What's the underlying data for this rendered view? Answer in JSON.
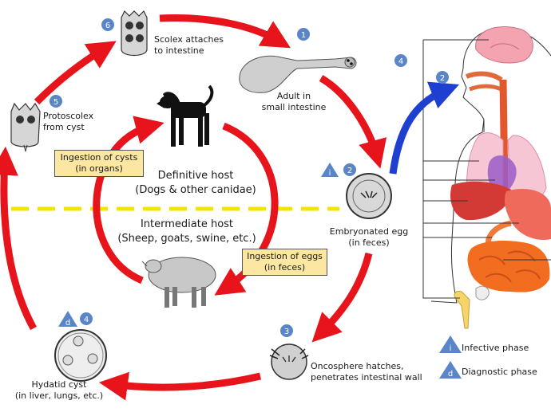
{
  "hosts": {
    "definitive_title": "Definitive host",
    "definitive_sub": "(Dogs & other canidae)",
    "intermediate_title": "Intermediate host",
    "intermediate_sub": "(Sheep, goats, swine, etc.)"
  },
  "stages": [
    {
      "number": "1",
      "line1": "Adult in",
      "line2": "small intestine"
    },
    {
      "number": "2",
      "line1": "Embryonated egg",
      "line2": "(in feces)"
    },
    {
      "number": "3",
      "line1": "Oncosphere hatches,",
      "line2": "penetrates intestinal wall"
    },
    {
      "number": "4",
      "line1": "Hydatid cyst",
      "line2": "(in liver, lungs, etc.)"
    },
    {
      "number": "5",
      "line1": "Protoscolex",
      "line2": "from cyst"
    },
    {
      "number": "6",
      "line1": "Scolex attaches",
      "line2": "to intestine"
    }
  ],
  "human": {
    "number_4": "4",
    "number_2": "2"
  },
  "ingestion_cysts": {
    "line1": "Ingestion of cysts",
    "line2": "(in organs)"
  },
  "ingestion_eggs": {
    "line1": "Ingestion of eggs",
    "line2": "(in feces)"
  },
  "markers": {
    "infective": "i",
    "diagnostic": "d"
  },
  "legend": {
    "infective_symbol": "i",
    "infective_label": "Infective phase",
    "diagnostic_symbol": "d",
    "diagnostic_label": "Diagnostic phase"
  },
  "colors": {
    "cycle_arrow": "#e8141b",
    "human_arrow": "#1f3fd1",
    "dashed_divider": "#f2e600",
    "step_circle": "#5a86c8",
    "label_box": "#fbe7a1"
  },
  "icons": [
    "dog-icon",
    "sheep-icon",
    "adult-tapeworm-icon",
    "egg-icon",
    "oncosphere-icon",
    "hydatid-cyst-icon",
    "protoscolex-icon",
    "scolex-icon",
    "human-anatomy-icon"
  ]
}
